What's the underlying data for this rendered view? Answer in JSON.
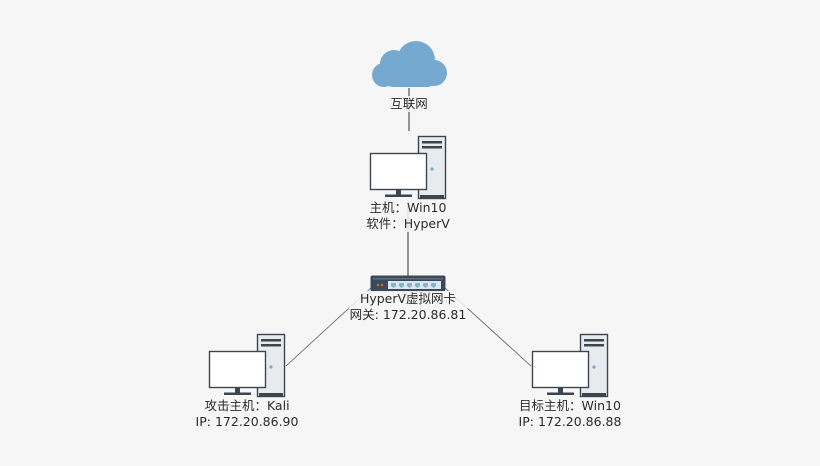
{
  "nodes": {
    "internet": {
      "icon": "cloud-icon",
      "label": "互联网"
    },
    "host": {
      "icon": "desktop-computer-icon",
      "line1": "主机：Win10",
      "line2": "软件：HyperV"
    },
    "switch": {
      "icon": "network-switch-icon",
      "line1": "HyperV虚拟网卡",
      "line2": "网关: 172.20.86.81"
    },
    "attacker": {
      "icon": "desktop-computer-icon",
      "line1": "攻击主机：Kali",
      "line2": "IP: 172.20.86.90"
    },
    "target": {
      "icon": "desktop-computer-icon",
      "line1": "目标主机：Win10",
      "line2": "IP: 172.20.86.88"
    }
  },
  "colors": {
    "background": "#f6f6f6",
    "cloud": "#76a9d0",
    "line": "#555555",
    "monitor_border": "#3c4650",
    "tower": "#e8ebee",
    "switch_body": "#3a4a5a",
    "port": "#7eb3d8",
    "led": "#e06040"
  }
}
